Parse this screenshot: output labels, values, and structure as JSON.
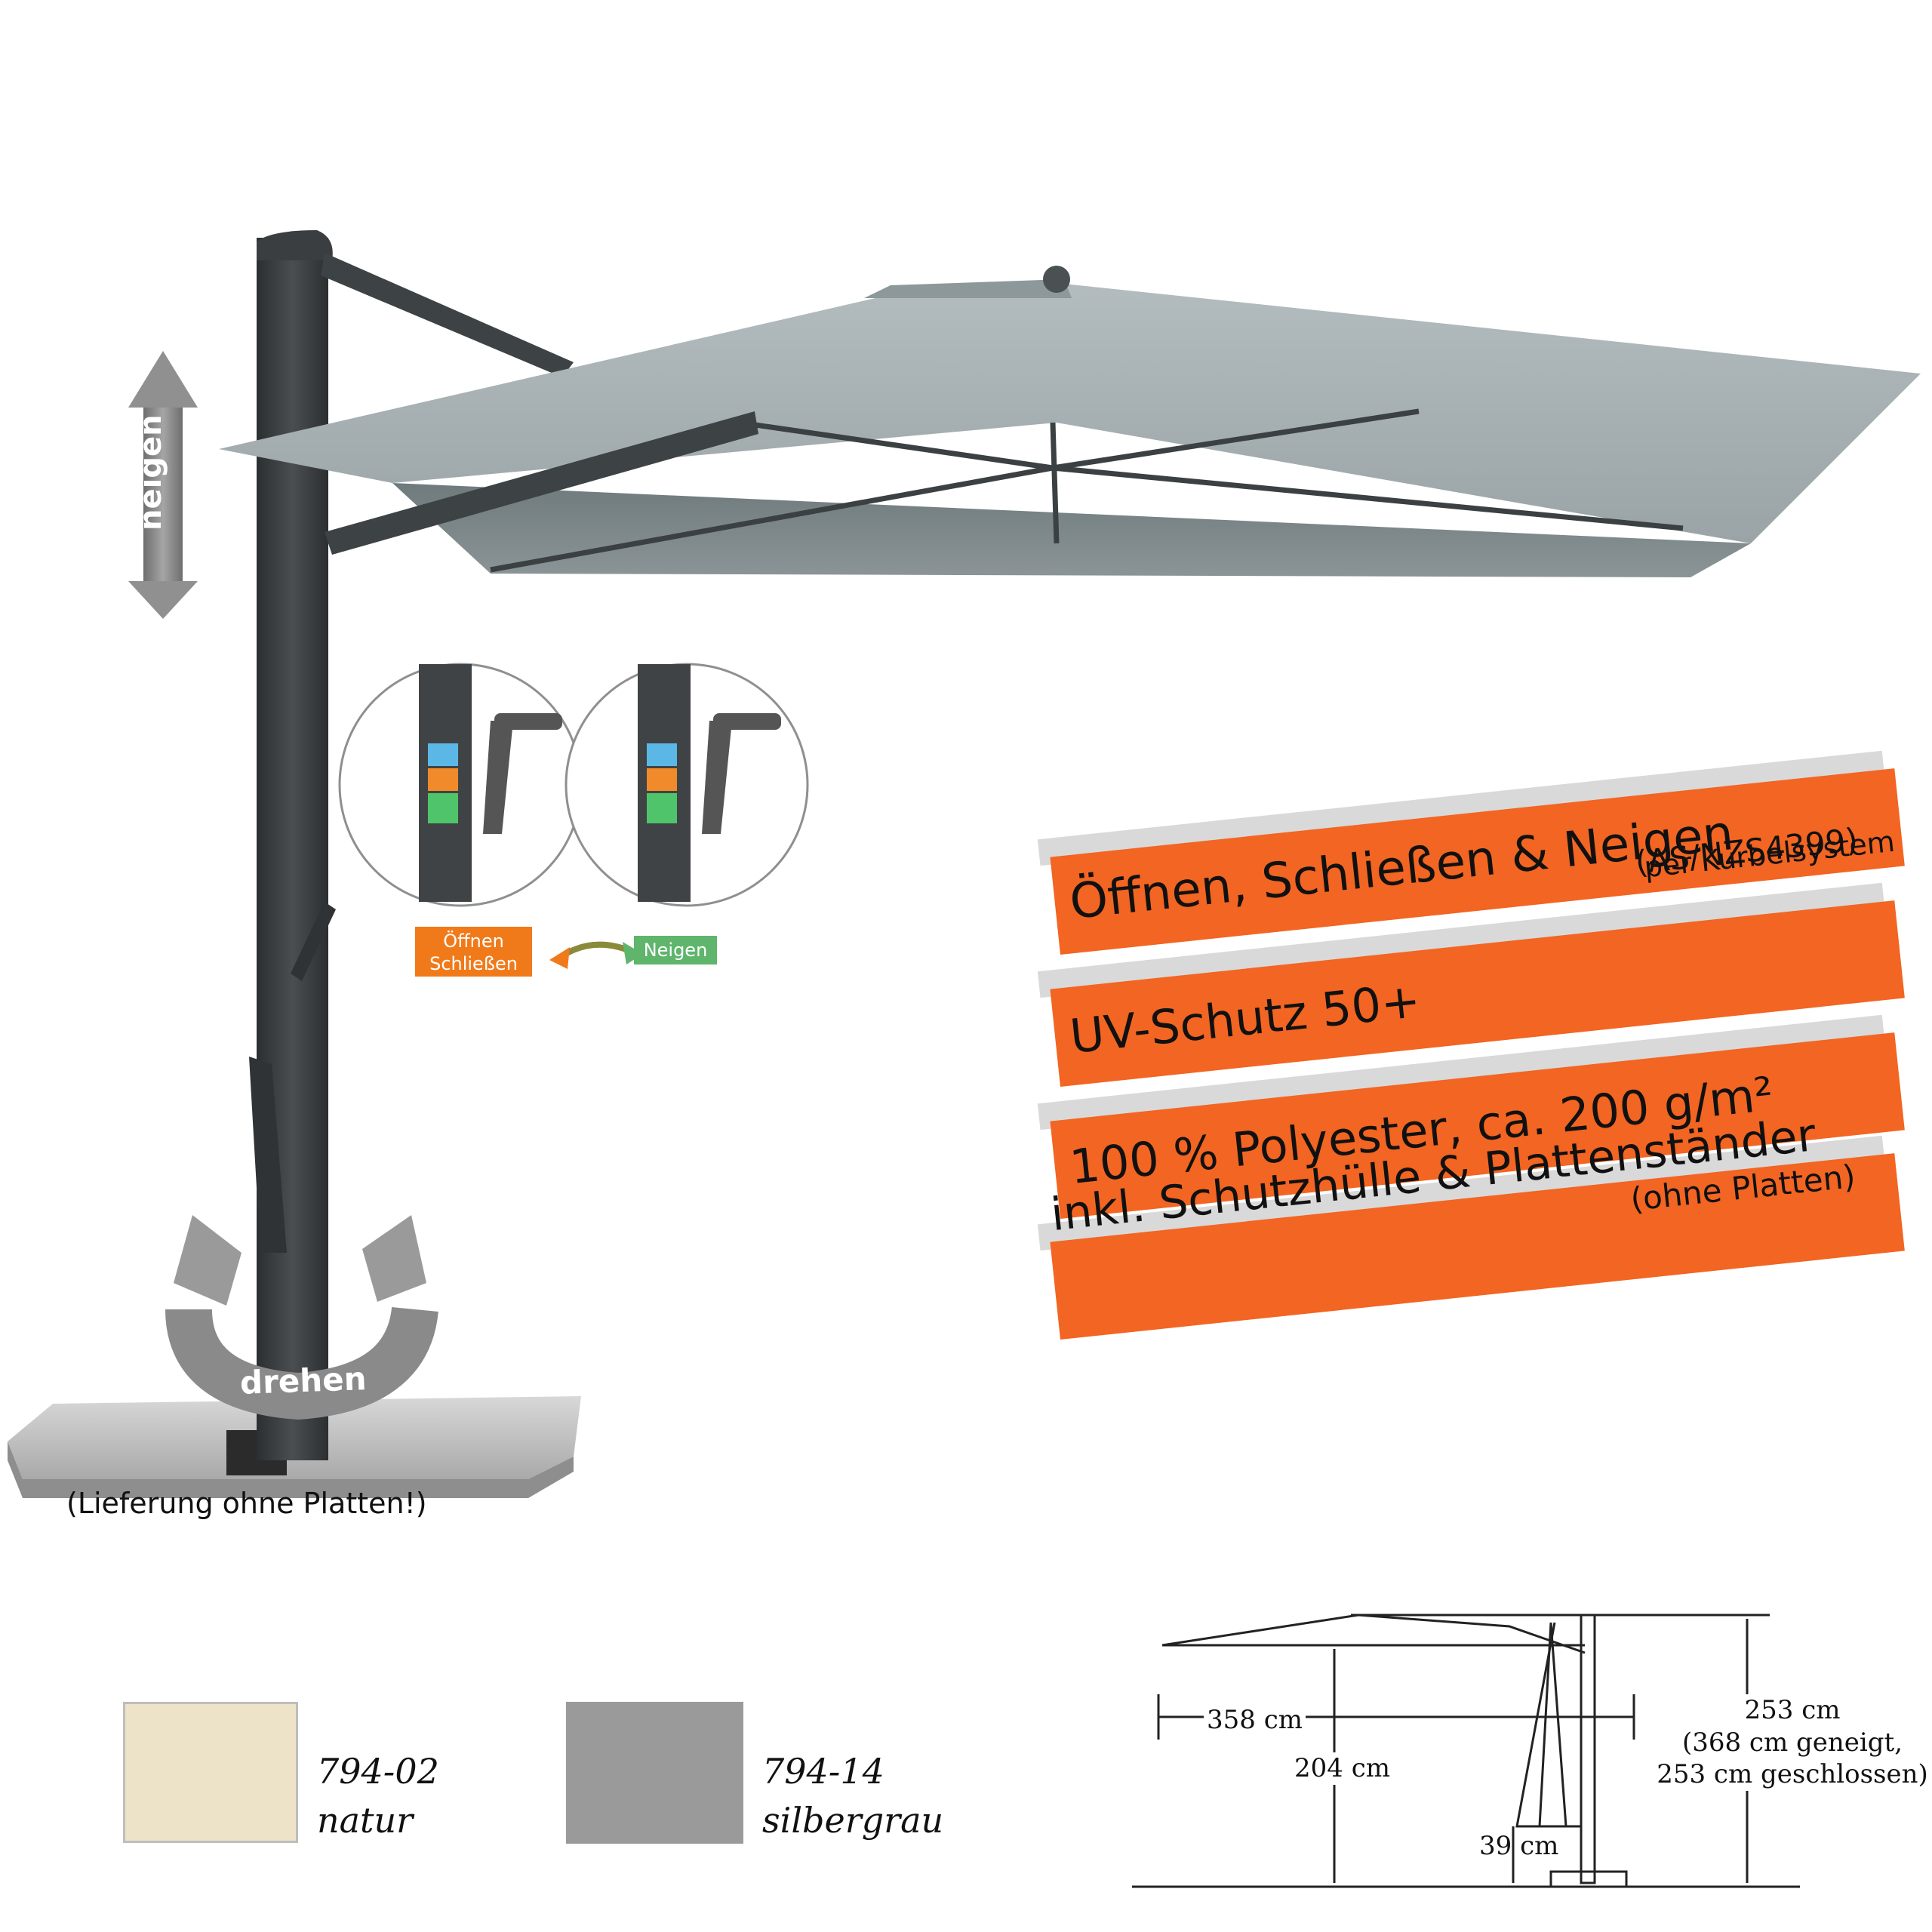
{
  "arrows": {
    "tilt_label": "neigen",
    "rotate_label": "drehen"
  },
  "base_note": "(Lieferung ohne Platten!)",
  "crank_tags": {
    "open_close": [
      "Öffnen",
      "Schließen"
    ],
    "tilt": "Neigen",
    "open_close_color": "#f07a1a",
    "tilt_color": "#5fb56b"
  },
  "features": [
    {
      "main": "Öffnen, Schließen & Neigen",
      "sub": "per Kurbelsystem"
    },
    {
      "main": "UV-Schutz 50+",
      "sub": "(AS/NZS4399)"
    },
    {
      "main": "100 % Polyester, ca. 200 g/m²",
      "sub": ""
    },
    {
      "main": "inkl. Schutzhülle & Plattenständer",
      "sub": "(ohne Platten)"
    }
  ],
  "accent_color": "#f26522",
  "swatches": [
    {
      "code": "794-02",
      "name": "natur",
      "color": "#ede3c9"
    },
    {
      "code": "794-14",
      "name": "silbergrau",
      "color": "#9a9a9a"
    }
  ],
  "dimensions": {
    "width": "358 cm",
    "height_canopy": "204 cm",
    "clearance": "39 cm",
    "total_height": [
      "253 cm",
      "(368 cm geneigt,",
      "253 cm geschlossen)"
    ]
  }
}
